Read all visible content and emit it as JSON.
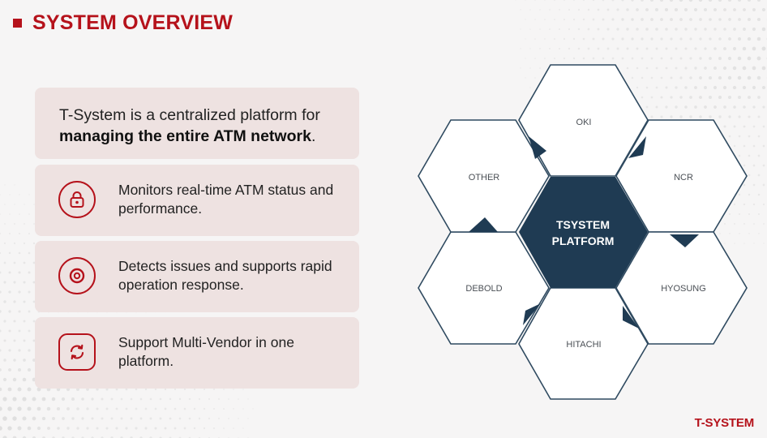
{
  "header": {
    "title": "SYSTEM OVERVIEW"
  },
  "intro": {
    "text_plain": "T-System is a centralized platform for",
    "text_bold": "managing the entire ATM network",
    "text_end": "."
  },
  "features": [
    {
      "icon": "lock-icon",
      "text": "Monitors real-time ATM status and performance."
    },
    {
      "icon": "target-icon",
      "text": "Detects issues and supports rapid operation response."
    },
    {
      "icon": "refresh-icon",
      "text": "Support Multi-Vendor in one platform."
    }
  ],
  "diagram": {
    "center_line1": "TSYSTEM",
    "center_line2": "PLATFORM",
    "vendors": {
      "top": "OKI",
      "upper_right": "NCR",
      "lower_right": "HYOSUNG",
      "bottom": "HITACHI",
      "lower_left": "DEBOLD",
      "upper_left": "OTHER"
    }
  },
  "footer": {
    "brand": "T-SYSTEM"
  },
  "colors": {
    "accent": "#b5121b",
    "hex_dark": "#1f3b53",
    "card_bg": "#eee2e1"
  }
}
